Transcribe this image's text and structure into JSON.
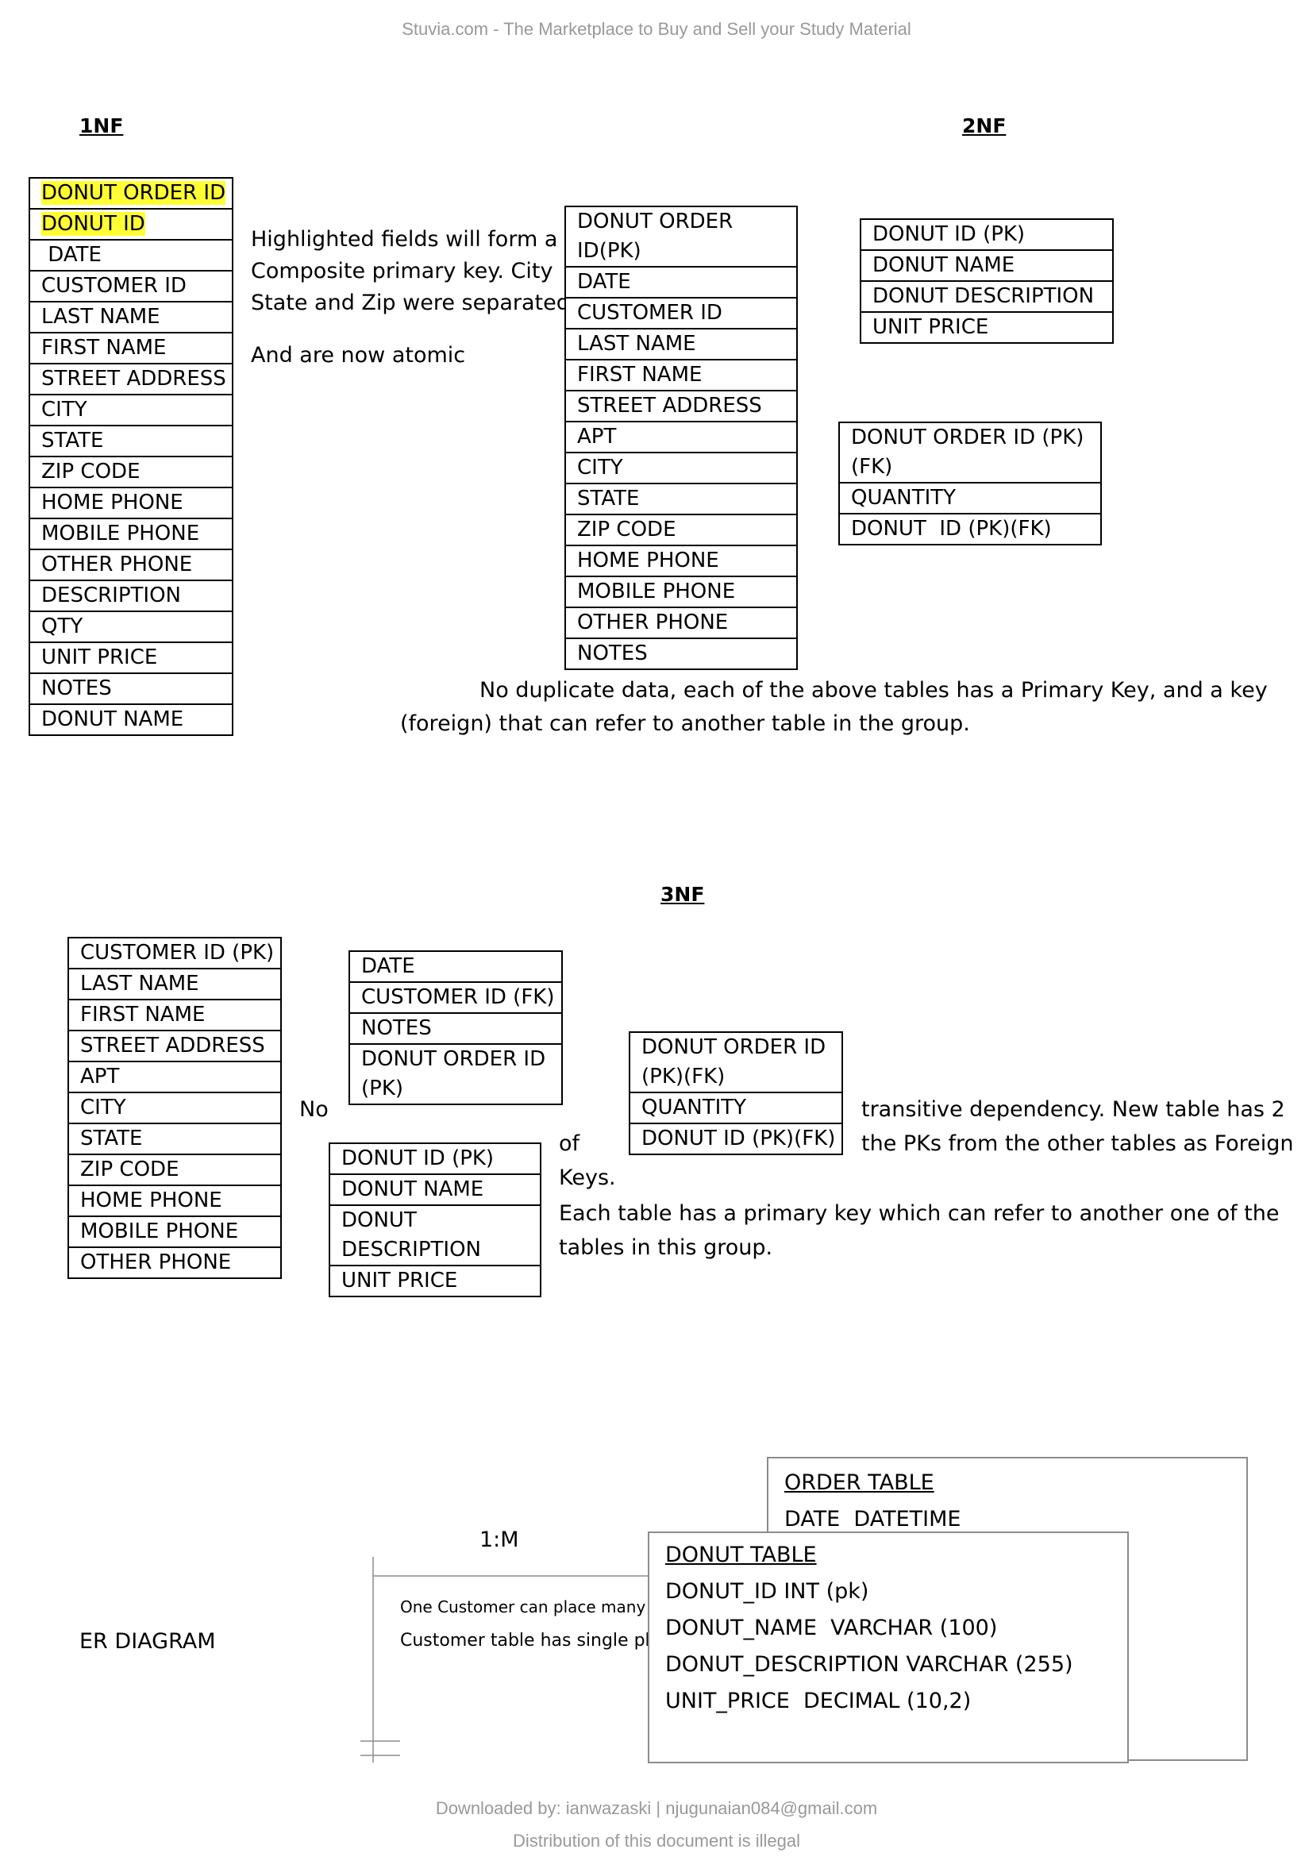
{
  "header": {
    "watermark": "Stuvia.com - The Marketplace to Buy and Sell your Study Material"
  },
  "nf1": {
    "title": "1NF",
    "table": [
      "DONUT ORDER ID",
      "DONUT ID",
      " DATE",
      "CUSTOMER ID",
      "LAST NAME",
      "FIRST NAME",
      "STREET ADDRESS",
      "CITY",
      "STATE",
      "ZIP CODE",
      "HOME PHONE",
      "MOBILE PHONE",
      "OTHER PHONE",
      "DESCRIPTION",
      "QTY",
      "UNIT PRICE",
      "NOTES",
      "DONUT NAME"
    ],
    "note_lines": [
      "Highlighted fields will form a",
      "Composite primary key. City",
      "State and Zip were separated"
    ],
    "note2": "And are now atomic"
  },
  "nf2": {
    "title": "2NF",
    "order_table": [
      "DONUT ORDER ID(PK)",
      "DATE",
      "CUSTOMER ID",
      "LAST NAME",
      "FIRST NAME",
      "STREET ADDRESS",
      "APT",
      "CITY",
      "STATE",
      "ZIP CODE",
      "HOME PHONE",
      "MOBILE PHONE",
      "OTHER PHONE",
      "NOTES"
    ],
    "donut_table": [
      "DONUT ID (PK)",
      "DONUT NAME",
      "DONUT DESCRIPTION",
      "UNIT PRICE"
    ],
    "line_table": [
      "DONUT ORDER ID (PK) (FK)",
      "QUANTITY",
      "DONUT  ID (PK)(FK)"
    ],
    "note_line1": "No duplicate data, each of the above tables has a Primary Key, and a key",
    "note_line2": "(foreign) that can refer to another table in the group."
  },
  "nf3": {
    "title": "3NF",
    "customer_table": [
      "CUSTOMER ID (PK)",
      "LAST NAME",
      "FIRST NAME",
      "STREET ADDRESS",
      "APT",
      "CITY",
      "STATE",
      "ZIP CODE",
      "HOME PHONE",
      "MOBILE PHONE",
      "OTHER PHONE"
    ],
    "order_table": [
      "DATE",
      "CUSTOMER ID (FK)",
      "NOTES",
      "DONUT ORDER ID (PK)"
    ],
    "donut_table": [
      "DONUT ID (PK)",
      "DONUT NAME",
      "DONUT DESCRIPTION",
      "UNIT PRICE"
    ],
    "line_table": [
      "DONUT ORDER ID (PK)(FK)",
      "QUANTITY",
      "DONUT ID (PK)(FK)"
    ],
    "word_no": "No",
    "word_of": "of",
    "text_right1": "transitive dependency.  New table has 2",
    "text_right2": "the PKs from the other tables as Foreign",
    "text_keys": "Keys.",
    "text_line3": "Each table has a primary key which can refer to another one of the",
    "text_line4": "tables in this group."
  },
  "er": {
    "label": "ER DIAGRAM",
    "cardinality": "1:M",
    "note1": "One Customer can place many Ord",
    "note2": "Customer table has single pk",
    "order_box": {
      "title": "ORDER TABLE",
      "line1": "DATE  DATETIME"
    },
    "donut_box": {
      "title": "DONUT TABLE",
      "lines": [
        "DONUT_ID INT (pk)",
        "DONUT_NAME  VARCHAR (100)",
        "DONUT_DESCRIPTION VARCHAR (255)",
        "UNIT_PRICE  DECIMAL (10,2)"
      ]
    }
  },
  "footer": {
    "line1": "Downloaded by: ianwazaski | njugunaian084@gmail.com",
    "line2": "Distribution of this document is illegal"
  }
}
